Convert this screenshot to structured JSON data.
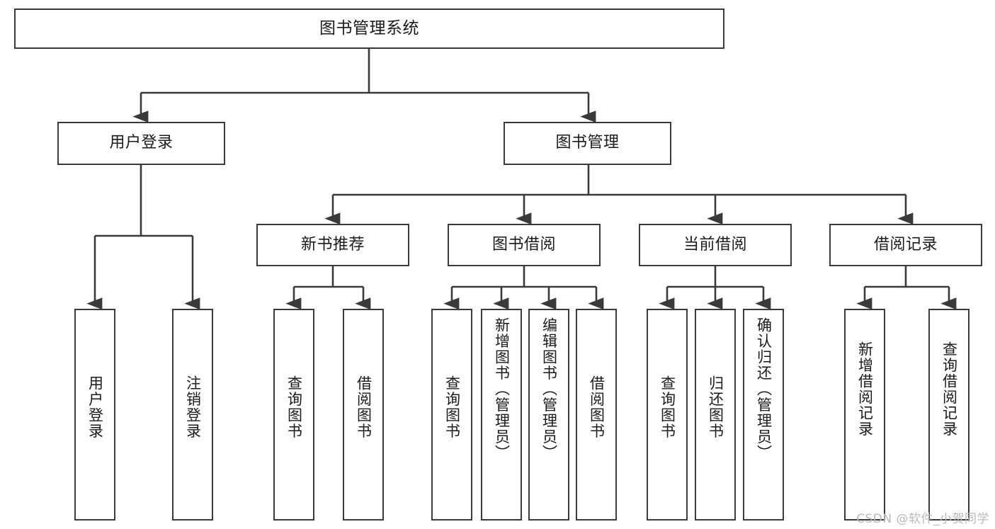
{
  "diagram": {
    "title": "图书管理系统",
    "type": "tree-hierarchy-chart",
    "root": {
      "label": "图书管理系统"
    },
    "level2": [
      {
        "label": "用户登录"
      },
      {
        "label": "图书管理"
      }
    ],
    "level3": [
      {
        "label": "新书推荐"
      },
      {
        "label": "图书借阅"
      },
      {
        "label": "当前借阅"
      },
      {
        "label": "借阅记录"
      }
    ],
    "leaves": {
      "user_login": [
        {
          "label": "用户登录"
        },
        {
          "label": "注销登录"
        }
      ],
      "new_book": [
        {
          "label": "查询图书"
        },
        {
          "label": "借阅图书"
        }
      ],
      "book_borrow": [
        {
          "label": "查询图书"
        },
        {
          "label": "新增图书（管理员）"
        },
        {
          "label": "编辑图书（管理员）"
        },
        {
          "label": "借阅图书"
        }
      ],
      "current_borrow": [
        {
          "label": "查询图书"
        },
        {
          "label": "归还图书"
        },
        {
          "label": "确认归还（管理员）"
        }
      ],
      "borrow_record": [
        {
          "label": "新增借阅记录"
        },
        {
          "label": "查询借阅记录"
        }
      ]
    }
  },
  "watermark": {
    "text": "CSDN @软件_小贺同学"
  },
  "colors": {
    "border": "#3a3a3a",
    "text": "#1a1a1a",
    "background": "#ffffff",
    "watermark": "#b9b9b9"
  }
}
